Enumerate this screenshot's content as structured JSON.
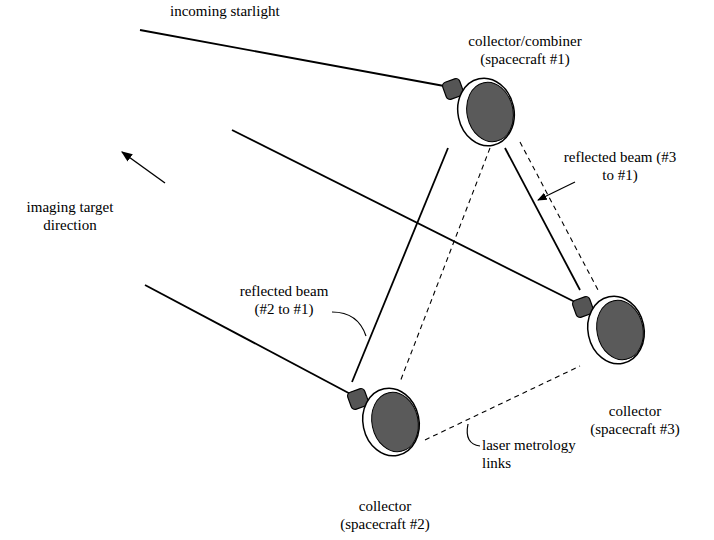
{
  "diagram": {
    "nodes": [
      {
        "text": [
          "collector/combiner (spacecraft #1)"
        ]
      },
      {
        "text": [
          "collector (spacecraft #2)"
        ]
      },
      {
        "text": [
          "collector (spacecraft #3)"
        ]
      }
    ],
    "edges": [
      {
        "from": 1,
        "to": 0,
        "arrow": "none"
      },
      {
        "from": 2,
        "to": 0,
        "arrow": "none"
      },
      {
        "from": 0,
        "to": 1,
        "arrow": "none"
      },
      {
        "from": 0,
        "to": 2,
        "arrow": "none"
      },
      {
        "from": 1,
        "to": 2,
        "arrow": "none"
      }
    ],
    "labels": [
      "incoming starlight",
      "imaging target direction",
      "reflected beam (#3 to #1)",
      "reflected beam (#2 to #1)",
      "laser metrology links"
    ]
  }
}
